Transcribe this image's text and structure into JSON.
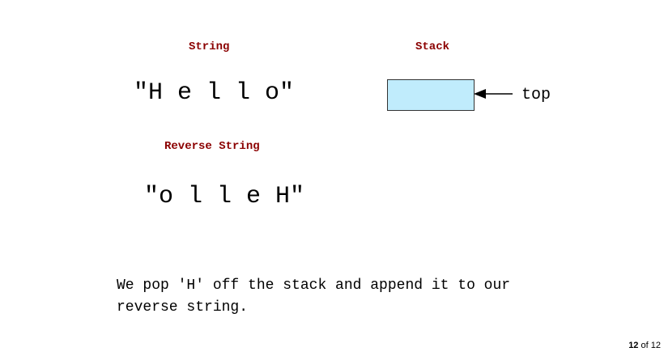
{
  "labels": {
    "string": "String",
    "stack": "Stack",
    "reverse": "Reverse String",
    "top": "top"
  },
  "original_string": "\"H e l l o\"",
  "reverse_string": "\"o l l e H\"",
  "stack": {
    "items": [],
    "fill_color": "#c0ecfc"
  },
  "caption": "We pop 'H' off the stack and append it to our reverse string.",
  "pager": {
    "current": "12",
    "of_label": "of",
    "total": "12"
  },
  "colors": {
    "label": "#8b0000"
  }
}
